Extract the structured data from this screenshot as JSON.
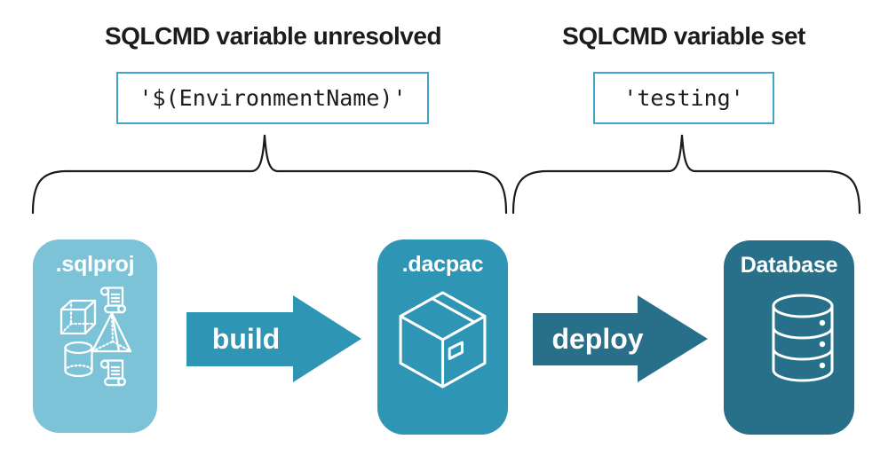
{
  "diagram": {
    "left_annotation": {
      "title": "SQLCMD variable unresolved",
      "code": "'$(EnvironmentName)'"
    },
    "right_annotation": {
      "title": "SQLCMD variable set",
      "code": "'testing'"
    },
    "nodes": [
      {
        "id": "sqlproj",
        "label": ".sqlproj",
        "icon": "sql-objects-icon"
      },
      {
        "id": "dacpac",
        "label": ".dacpac",
        "icon": "package-icon"
      },
      {
        "id": "database",
        "label": "Database",
        "icon": "database-icon"
      }
    ],
    "arrows": [
      {
        "label": "build"
      },
      {
        "label": "deploy"
      }
    ],
    "colors": {
      "sqlproj_fill": "#7CC3D8",
      "dacpac_fill": "#2E96B4",
      "database_fill": "#28708A",
      "build_arrow_fill": "#2E96B4",
      "deploy_arrow_fill": "#28708A",
      "code_border": "#3DA6C9",
      "brace_stroke": "#1A1A1A",
      "text_dark": "#1C1C1C",
      "icon_stroke": "#FFFFFF"
    }
  }
}
